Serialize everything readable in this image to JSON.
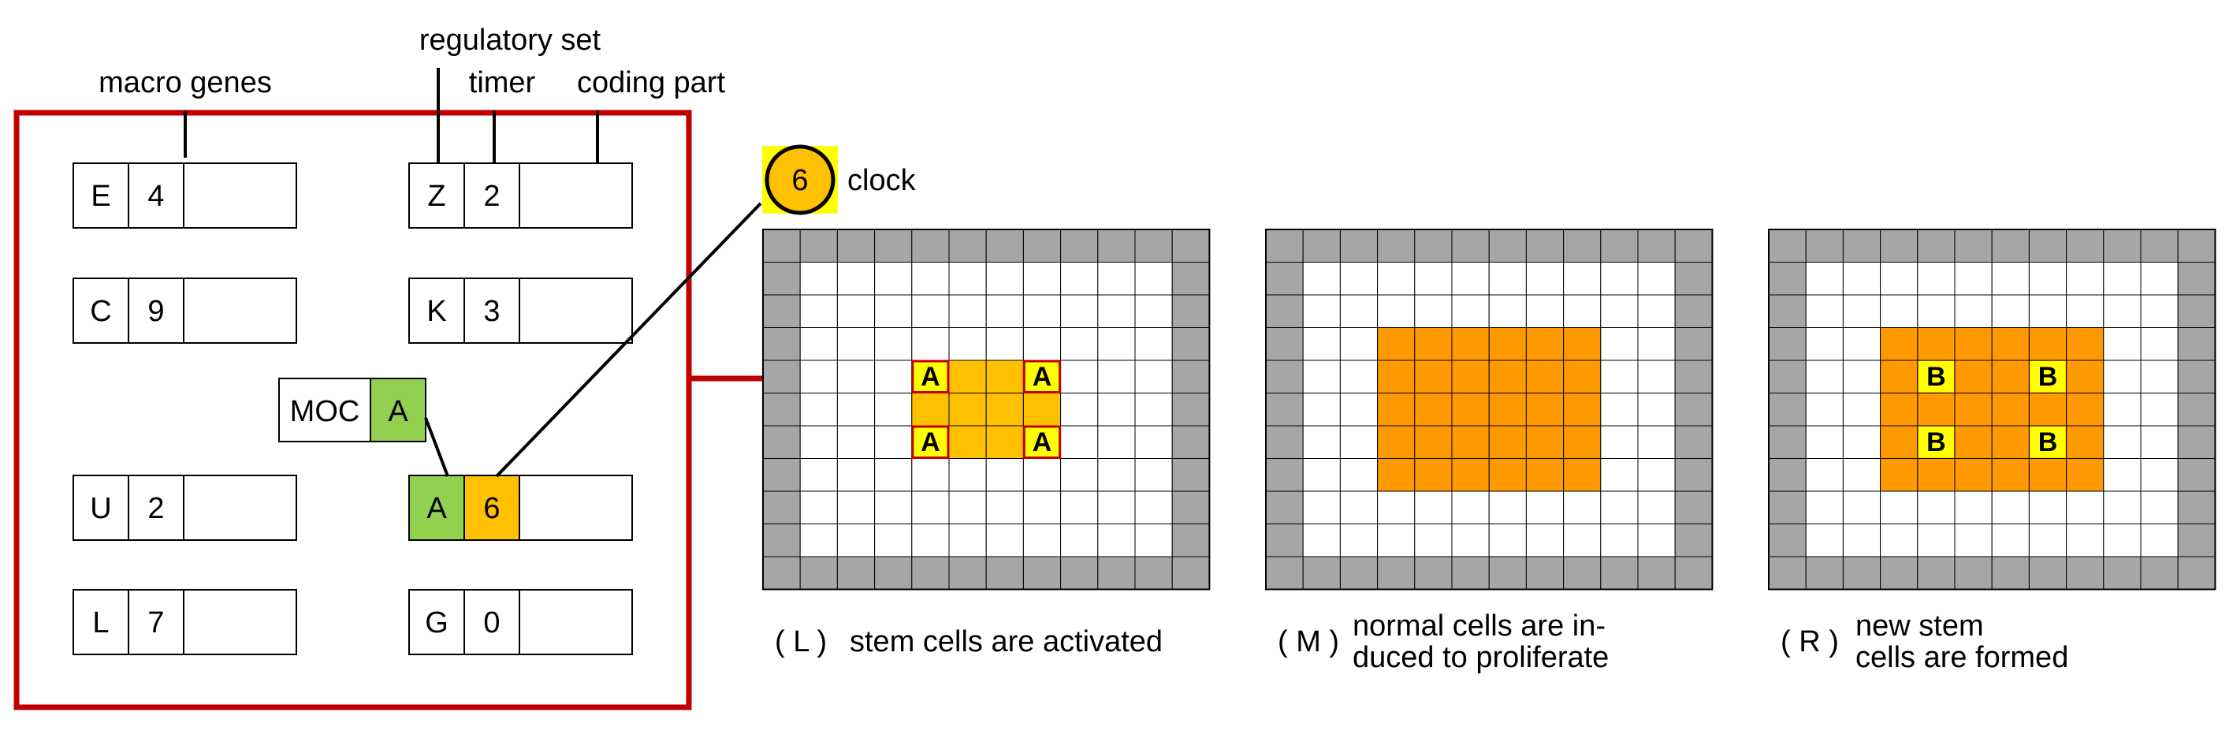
{
  "labels": {
    "macro_genes": "macro genes",
    "regulatory_set": "regulatory set",
    "timer": "timer",
    "coding_part": "coding part",
    "clock": "clock"
  },
  "clock_value": "6",
  "genes_left": [
    {
      "letter": "E",
      "timer": "4"
    },
    {
      "letter": "C",
      "timer": "9"
    },
    {
      "letter": "U",
      "timer": "2"
    },
    {
      "letter": "L",
      "timer": "7"
    }
  ],
  "genes_right": [
    {
      "letter": "Z",
      "timer": "2"
    },
    {
      "letter": "K",
      "timer": "3"
    },
    {
      "letter": "A",
      "timer": "6"
    },
    {
      "letter": "G",
      "timer": "0"
    }
  ],
  "moc": {
    "label": "MOC",
    "value": "A"
  },
  "panels": [
    {
      "tag": "( L )",
      "caption_lines": [
        "stem cells are activated"
      ],
      "cell_label": "A"
    },
    {
      "tag": "( M )",
      "caption_lines": [
        "normal cells are in-",
        "duced to proliferate"
      ],
      "cell_label": ""
    },
    {
      "tag": "( R )",
      "caption_lines": [
        "new stem",
        "cells are formed"
      ],
      "cell_label": "B"
    }
  ],
  "colors": {
    "frame_red": "#c00000",
    "green": "#92d050",
    "orange_clock": "#ffc000",
    "orange_dark": "#ff9900",
    "yellow": "#ffff00",
    "grid_gray": "#a6a6a6"
  }
}
